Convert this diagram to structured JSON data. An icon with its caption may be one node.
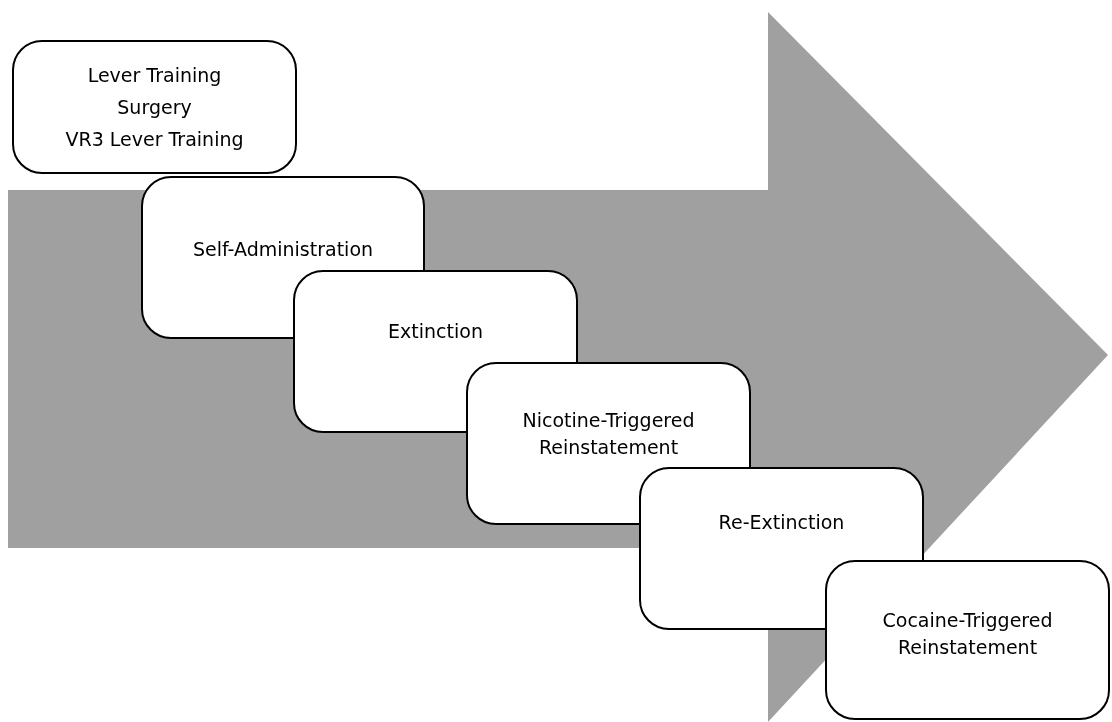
{
  "diagram": {
    "nodes": [
      {
        "text": [
          "Lever Training",
          "Surgery",
          "VR3 Lever Training"
        ]
      },
      {
        "text": [
          "Self-Administration"
        ]
      },
      {
        "text": [
          "Extinction"
        ]
      },
      {
        "text": [
          "Nicotine-Triggered Reinstatement"
        ]
      },
      {
        "text": [
          "Re-Extinction"
        ]
      },
      {
        "text": [
          "Cocaine-Triggered Reinstatement"
        ]
      }
    ],
    "edges": []
  }
}
